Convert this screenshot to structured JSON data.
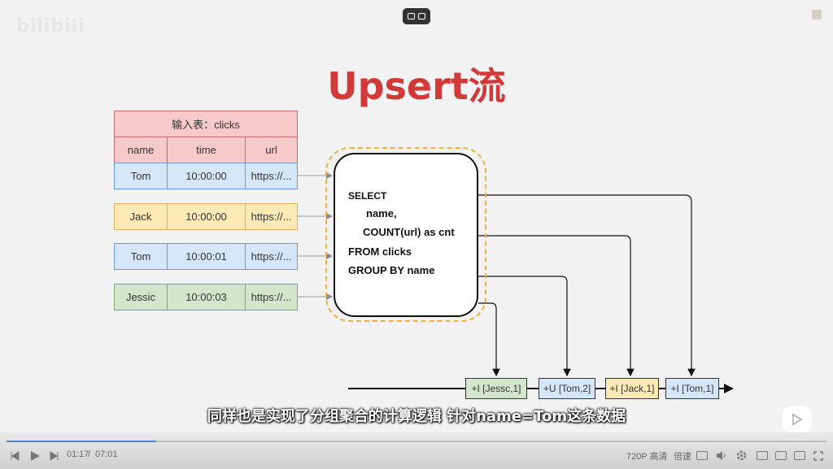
{
  "watermark": {
    "text": "bilibili"
  },
  "slide": {
    "title": "Upsert流",
    "input_table": {
      "header": "输入表：clicks",
      "columns": [
        "name",
        "time",
        "url"
      ],
      "rows": [
        {
          "name": "Tom",
          "time": "10:00:00",
          "url": "https://..."
        },
        {
          "name": "Jack",
          "time": "10:00:00",
          "url": "https://..."
        },
        {
          "name": "Tom",
          "time": "10:00:01",
          "url": "https://..."
        },
        {
          "name": "Jessic",
          "time": "10:00:03",
          "url": "https://..."
        }
      ]
    },
    "query": {
      "line1": "SELECT",
      "line2": "name,",
      "line3": "COUNT(url) as cnt",
      "line4": "FROM clicks",
      "line5": "GROUP BY name"
    },
    "outputs": [
      "+I [Jessc,1]",
      "+U [Tom,2]",
      "+I [Jack,1]",
      "+I [Tom,1]"
    ]
  },
  "subtitle": "同样也是实现了分组聚合的计算逻辑 针对name=Tom这条数据",
  "player": {
    "current_time": "01:17",
    "duration": "07:01",
    "progress": 0.183,
    "quality_label": "720P 高清",
    "speed_label": "倍速"
  },
  "colors": {
    "title": "#d23a3a",
    "accent": "#4b88c9",
    "blue_row": "#d5e6f8",
    "yellow_row": "#fde9b4",
    "green_row": "#d3e6cc",
    "header": "#f7c9c9"
  }
}
